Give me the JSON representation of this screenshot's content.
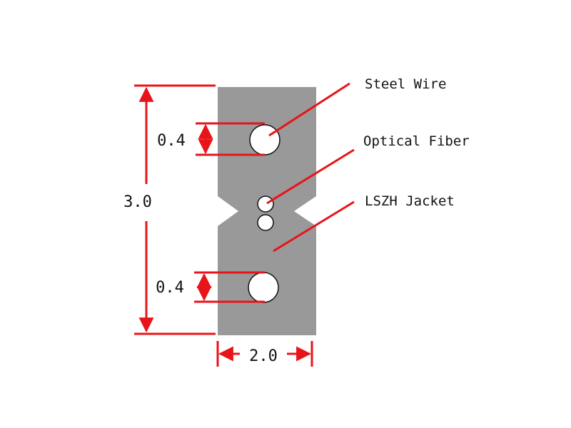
{
  "callouts": {
    "steel_wire": "Steel Wire",
    "optical_fiber": "Optical Fiber",
    "jacket": "LSZH Jacket"
  },
  "dimensions": {
    "height": "3.0",
    "width": "2.0",
    "upper_wire": "0.4",
    "lower_wire": "0.4"
  },
  "colors": {
    "jacket": "#999999",
    "dimension": "#e8141a",
    "hole": "#ffffff",
    "outline": "#111111"
  }
}
